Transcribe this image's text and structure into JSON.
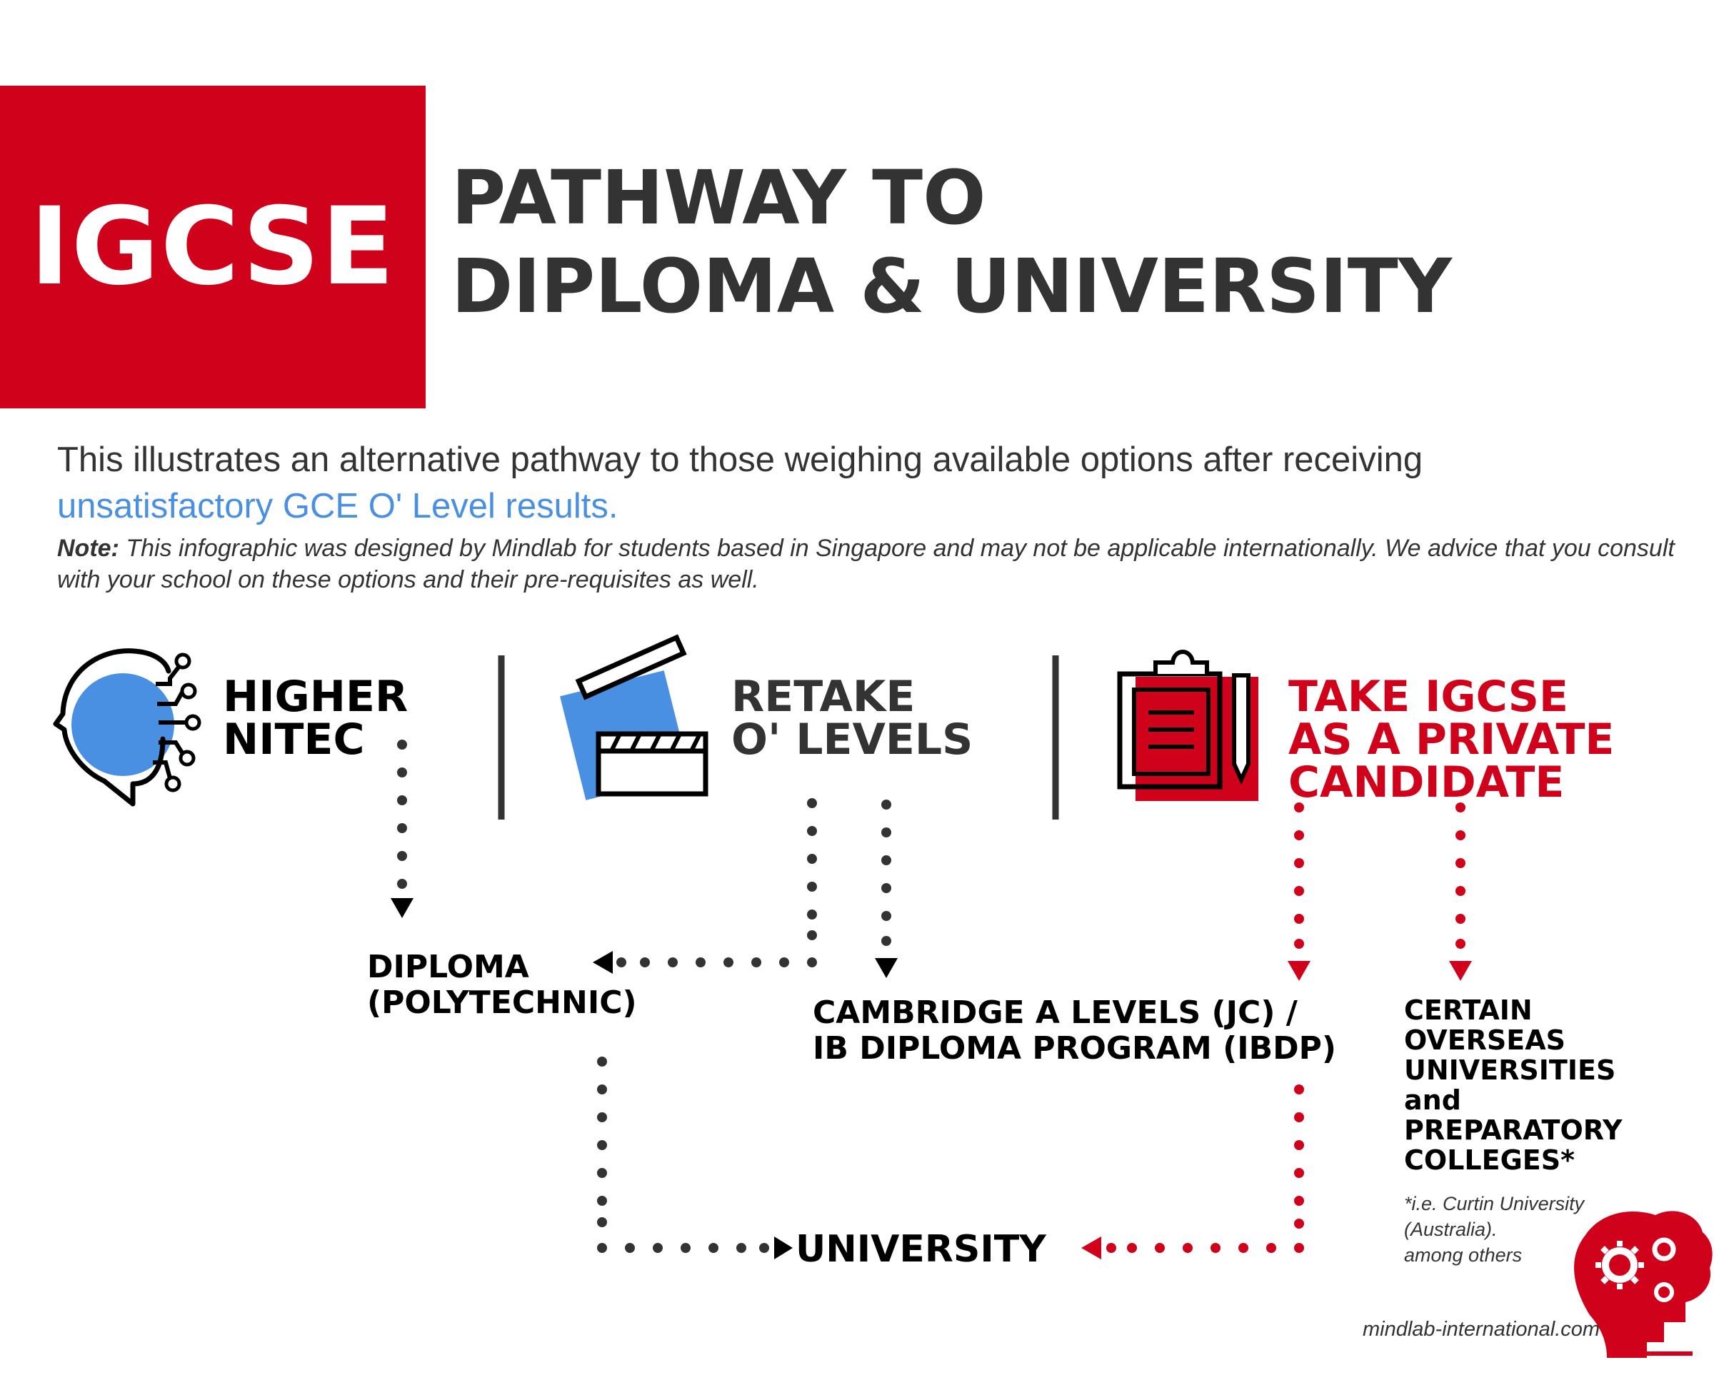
{
  "banner": {
    "label": "IGCSE",
    "color": "#d0021b"
  },
  "title": {
    "line1": "PATHWAY TO",
    "line2": "DIPLOMA & UNIVERSITY"
  },
  "intro": {
    "text": "This illustrates an alternative pathway to those weighing available options after receiving",
    "highlight": "unsatisfactory GCE O' Level results."
  },
  "note": {
    "label": "Note:",
    "text": "This infographic was designed by Mindlab for students based in Singapore and may not be applicable internationally. We advice that you consult with your school on these options and their pre-requisites as well."
  },
  "options": [
    {
      "line1": "HIGHER",
      "line2": "NITEC",
      "icon": "head-circuit-icon"
    },
    {
      "line1": "RETAKE",
      "line2": "O' LEVELS",
      "icon": "clapperboard-icon"
    },
    {
      "line1": "TAKE IGCSE",
      "line2": "AS A PRIVATE",
      "line3": "CANDIDATE",
      "icon": "clipboard-pencil-icon"
    }
  ],
  "nodes": {
    "diploma": {
      "line1": "DIPLOMA",
      "line2": "(POLYTECHNIC)"
    },
    "alevels": {
      "line1": "CAMBRIDGE A LEVELS (JC) /",
      "line2": "IB DIPLOMA PROGRAM (IBDP)"
    },
    "overseas": {
      "line1": "CERTAIN",
      "line2": "OVERSEAS",
      "line3": "UNIVERSITIES",
      "line4": "and",
      "line5": "PREPARATORY",
      "line6": "COLLEGES*"
    },
    "university": {
      "label": "UNIVERSITY"
    }
  },
  "footnote": {
    "line1": "*i.e. Curtin University",
    "line2": "(Australia).",
    "line3": "among others"
  },
  "footer": {
    "website": "mindlab-international.com",
    "logo_icon": "brain-gears-icon"
  },
  "colors": {
    "red": "#d0021b",
    "blue": "#4a90e2",
    "dark": "#333333"
  }
}
